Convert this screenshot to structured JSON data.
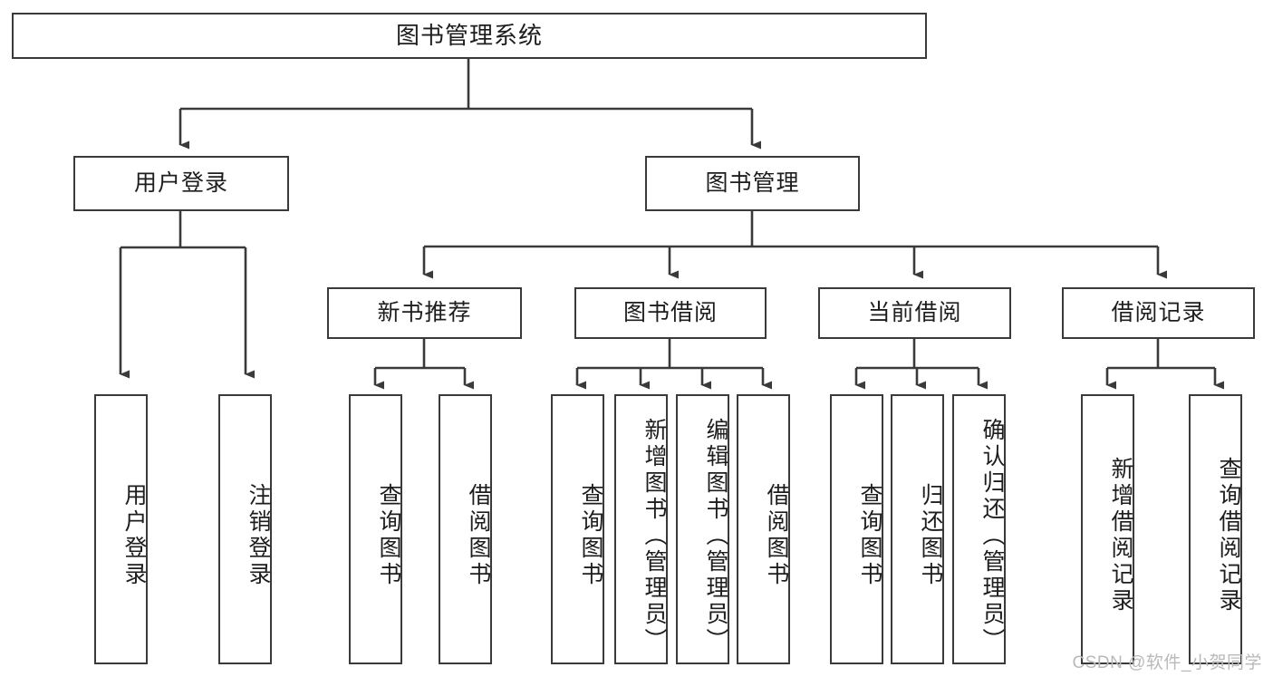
{
  "diagram": {
    "title": "图书管理系统",
    "type": "function-structure-tree",
    "stroke_color": "#3a3a3a",
    "fill_color": "#ffffff",
    "text_color": "#1d1d1d"
  },
  "root": {
    "label": "图书管理系统"
  },
  "level1": [
    {
      "label": "用户登录"
    },
    {
      "label": "图书管理"
    }
  ],
  "level2": [
    {
      "label": "新书推荐"
    },
    {
      "label": "图书借阅"
    },
    {
      "label": "当前借阅"
    },
    {
      "label": "借阅记录"
    }
  ],
  "leaves": {
    "user_login": [
      {
        "label": "用户登录"
      },
      {
        "label": "注销登录"
      }
    ],
    "new_book_recommend": [
      {
        "label": "查询图书"
      },
      {
        "label": "借阅图书"
      }
    ],
    "book_borrow": [
      {
        "label": "查询图书"
      },
      {
        "label": "新增图书（管理员）"
      },
      {
        "label": "编辑图书（管理员）"
      },
      {
        "label": "借阅图书"
      }
    ],
    "current_borrow": [
      {
        "label": "查询图书"
      },
      {
        "label": "归还图书"
      },
      {
        "label": "确认归还（管理员）"
      }
    ],
    "borrow_record": [
      {
        "label": "新增借阅记录"
      },
      {
        "label": "查询借阅记录"
      }
    ]
  },
  "watermark": {
    "text": "CSDN @软件_小贺同学"
  }
}
